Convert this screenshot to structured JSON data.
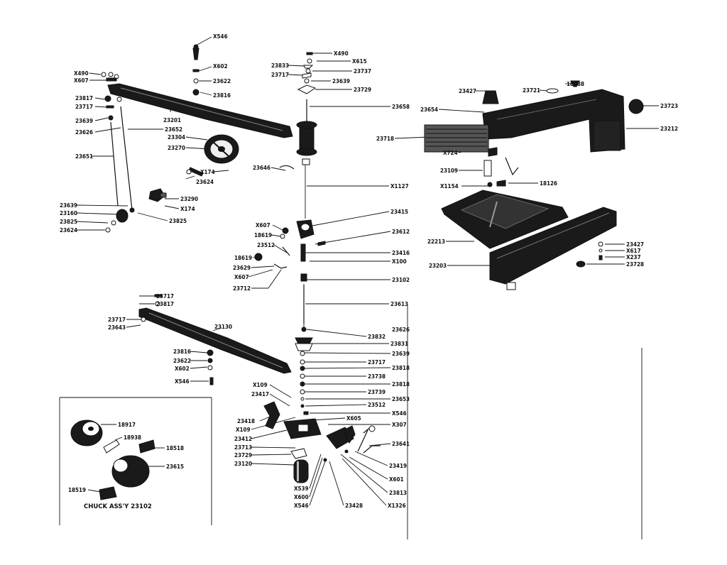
{
  "labels": {
    "l_x546_top": "X546",
    "l_x602_top": "X602",
    "l_23622_top": "23622",
    "l_23816_top": "23816",
    "l_x490_l": "X490",
    "l_x607_l": "X607",
    "l_23817_l": "23817",
    "l_23717_l": "23717",
    "l_23639_l": "23639",
    "l_23626_l": "23626",
    "l_23201": "23201",
    "l_23652": "23652",
    "l_23304": "23304",
    "l_23270": "23270",
    "l_23651": "23651",
    "l_x174_a": "X174",
    "l_23624_a": "23624",
    "l_23290": "23290",
    "l_x174_b": "X174",
    "l_23639_b": "23639",
    "l_23160": "23160",
    "l_23825_l": "23825",
    "l_23624_b": "23624",
    "l_23825_r": "23825",
    "l_x490_c": "X490",
    "l_x615": "X615",
    "l_23833": "23833",
    "l_23737": "23737",
    "l_23717_c": "23717",
    "l_23639_c": "23639",
    "l_23729_c": "23729",
    "l_23658": "23658",
    "l_23646": "23646",
    "l_x1127": "X1127",
    "l_23415": "23415",
    "l_x607_c": "X607",
    "l_18619_a": "18619",
    "l_23612": "23612",
    "l_23512_a": "23512",
    "l_23416": "23416",
    "l_18619_b": "18619",
    "l_x100": "X100",
    "l_23629": "23629",
    "l_x607_d": "X607",
    "l_23102": "23102",
    "l_23712": "23712",
    "l_23613": "23613",
    "l_23717_b": "23717",
    "l_23817_b": "23817",
    "l_23130": "23130",
    "l_23717_bl": "23717",
    "l_23643": "23643",
    "l_23626_b": "23626",
    "l_23832": "23832",
    "l_23831": "23831",
    "l_23816_b": "23816",
    "l_23639_d": "23639",
    "l_23622_b": "23622",
    "l_23717_d": "23717",
    "l_x602_b": "X602",
    "l_23818_a": "23818",
    "l_23738": "23738",
    "l_x546_b": "X546",
    "l_23818_b": "23818",
    "l_x109_a": "X109",
    "l_23739": "23739",
    "l_23417": "23417",
    "l_23653": "23653",
    "l_23512_b": "23512",
    "l_x546_c": "X546",
    "l_23418": "23418",
    "l_x605": "X605",
    "l_x109_b": "X109",
    "l_x307": "X307",
    "l_23412": "23412",
    "l_23641": "23641",
    "l_23713": "23713",
    "l_23729_b": "23729",
    "l_23120": "23120",
    "l_23419": "23419",
    "l_x601": "X601",
    "l_x539": "X539",
    "l_x600": "X600",
    "l_23813": "23813",
    "l_x546_d": "X546",
    "l_23428": "23428",
    "l_x1326": "X1326",
    "l_18917": "18917",
    "l_18938": "18938",
    "l_18518": "18518",
    "l_23615": "23615",
    "l_18519": "18519",
    "l_23427_a": "23427",
    "l_23721": "23721",
    "l_18988": "18988",
    "l_23654": "23654",
    "l_23723": "23723",
    "l_23718": "23718",
    "l_23212": "23212",
    "l_x724": "X724",
    "l_23109": "23109",
    "l_x1154": "X1154",
    "l_18126": "18126",
    "l_22213": "22213",
    "l_23427_b": "23427",
    "l_x617": "X617",
    "l_x237": "X237",
    "l_23203": "23203",
    "l_23728": "23728"
  },
  "caption": "CHUCK ASS'Y 23102"
}
